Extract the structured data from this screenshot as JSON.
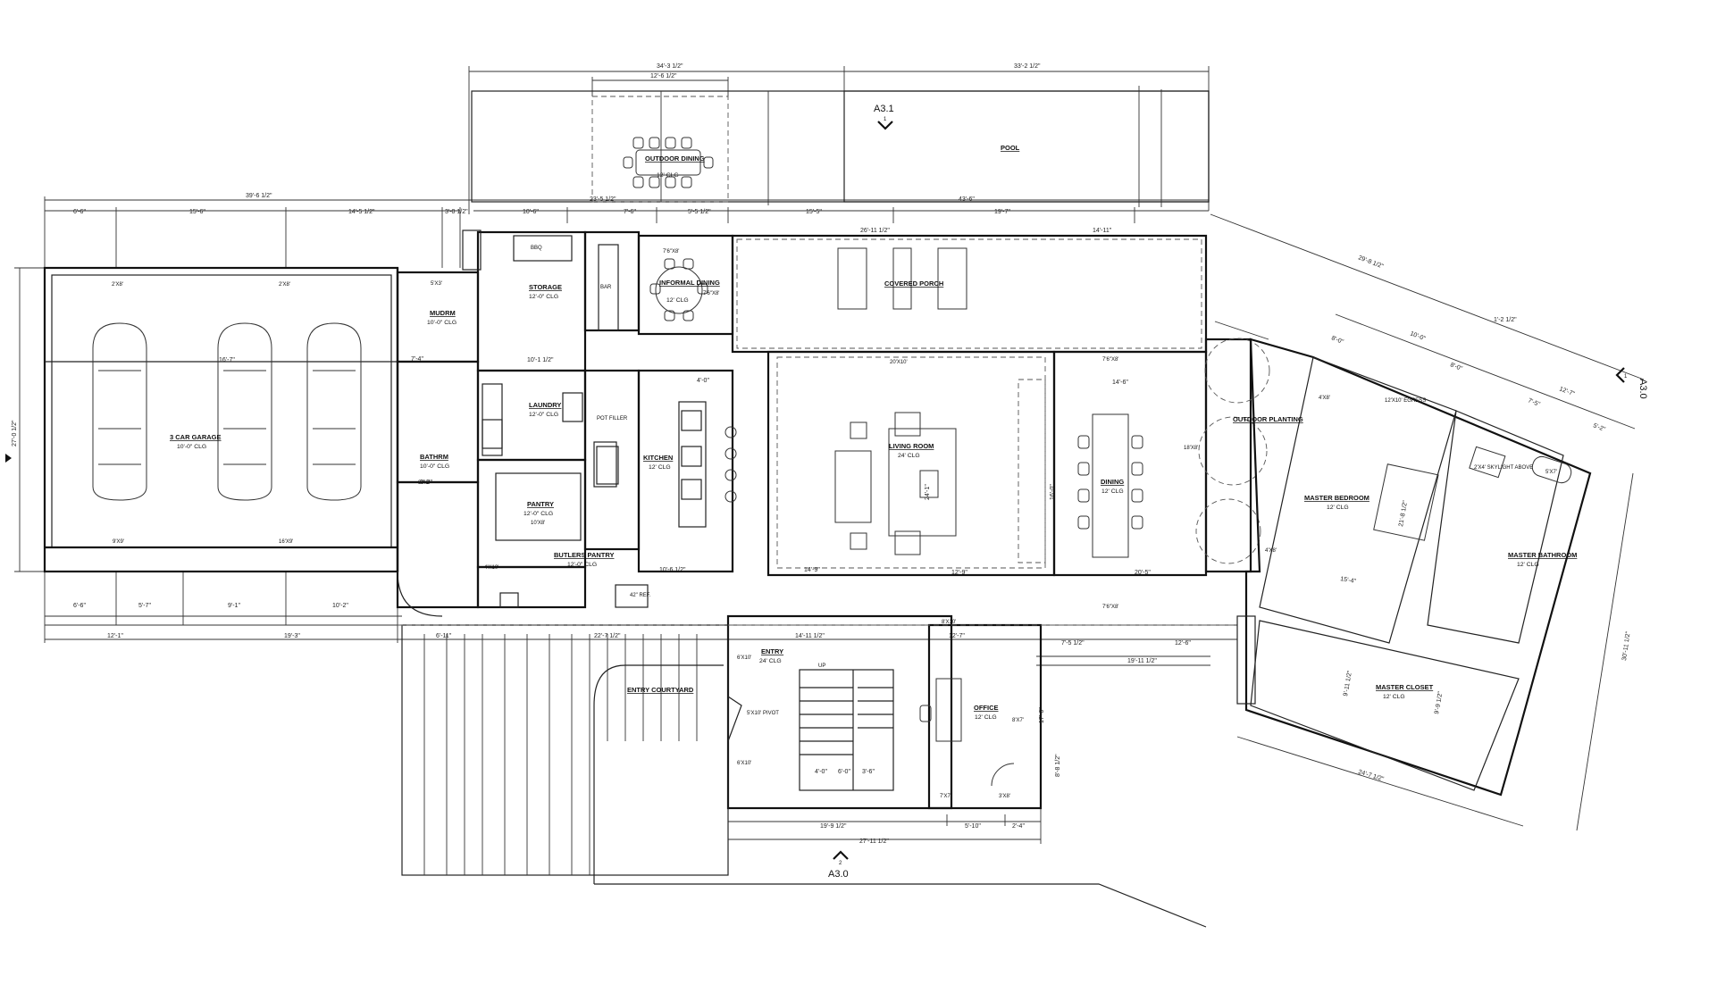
{
  "rooms": [
    {
      "name": "OUTDOOR DINING",
      "sub": "12' CLG"
    },
    {
      "name": "POOL",
      "sub": ""
    },
    {
      "name": "INFORMAL DINING",
      "sub": "12' CLG"
    },
    {
      "name": "COVERED PORCH",
      "sub": ""
    },
    {
      "name": "STORAGE",
      "sub": "12'-0\" CLG"
    },
    {
      "name": "MUDRM",
      "sub": "10'-0\" CLG"
    },
    {
      "name": "3 CAR GARAGE",
      "sub": "10'-0\" CLG"
    },
    {
      "name": "LAUNDRY",
      "sub": "12'-0\" CLG"
    },
    {
      "name": "BATHRM",
      "sub": "10'-0\" CLG"
    },
    {
      "name": "PANTRY",
      "sub": "12'-0\" CLG"
    },
    {
      "name": "BUTLERS PANTRY",
      "sub": "12'-0\" CLG"
    },
    {
      "name": "KITCHEN",
      "sub": "12' CLG"
    },
    {
      "name": "LIVING ROOM",
      "sub": "24' CLG"
    },
    {
      "name": "DINING",
      "sub": "12' CLG"
    },
    {
      "name": "OUTDOOR PLANTING",
      "sub": ""
    },
    {
      "name": "MASTER BEDROOM",
      "sub": "12' CLG"
    },
    {
      "name": "MASTER BATHROOM",
      "sub": "12' CLG"
    },
    {
      "name": "MASTER CLOSET",
      "sub": "12' CLG"
    },
    {
      "name": "ENTRY",
      "sub": "24' CLG"
    },
    {
      "name": "OFFICE",
      "sub": "12' CLG"
    },
    {
      "name": "ENTRY COURTYARD",
      "sub": ""
    }
  ],
  "dimensions": {
    "top_left_overall": "39'-6 1/2\"",
    "top_mid": "34'-3 1/2\"",
    "top_mid_inner": "12'-6 1/2\"",
    "top_right": "33'-2 1/2\"",
    "garage_seg1": "6'-6\"",
    "garage_seg2": "15'-6\"",
    "garage_seg3": "14'-5 1/2\"",
    "garage_seg4": "3'-0 1/2\"",
    "row2_a": "10'-6\"",
    "row2_b": "23'-5 1/2\"",
    "row2_c": "7'-6\"",
    "row2_d": "5'-5 1/2\"",
    "row2_e": "15'-5\"",
    "row2_f": "43'-6\"",
    "row2_g": "19'-7\"",
    "porch_width": "26'-11 1/2\"",
    "porch_right": "14'-11\"",
    "master_top": "29'-8 1/2\"",
    "master_seg1": "8'-0\"",
    "master_seg2": "10'-0\"",
    "master_seg3": "8'-0\"",
    "master_seg4": "1'-2 1/2\"",
    "master_seg5": "7'-5\"",
    "master_seg6": "12'-7\"",
    "master_seg7": "5'-2\"",
    "left_height": "27'-0 1/2\"",
    "right_height": "30'-11 1/2\"",
    "bottom_a": "12'-1\"",
    "bottom_b": "19'-3\"",
    "bottom_c": "6'-11\"",
    "bottom_d": "22'-7 1/2\"",
    "bottom_e": "14'-11 1/2\"",
    "bottom_f": "12'-7\"",
    "bottom_g": "7'-5 1/2\"",
    "bottom_h": "12'-6\"",
    "bottom_i": "19'-11 1/2\"",
    "garage_b1": "6'-6\"",
    "garage_b2": "5'-7\"",
    "garage_b3": "9'-1\"",
    "garage_b4": "10'-2\"",
    "entry_w1": "19'-9 1/2\"",
    "entry_w2": "27'-11 1/2\"",
    "entry_w3": "5'-10\"",
    "entry_w4": "2'-4\"",
    "master_bottom": "24'-7 1/2\"",
    "master_bath_w": "15'-4\"",
    "living_w": "14'-9\"",
    "living_w2": "12'-9\"",
    "dining_w": "20'-5\"",
    "dining_d": "14'-6\"",
    "kitchen_w": "10'-6 1/2\"",
    "kitchen_top": "4'-0\"",
    "laundry_w": "10'-1 1/2\"",
    "garage_mid": "16'-7\"",
    "mudrm_w": "7'-4\"",
    "bath_w": "3'-3\"",
    "stair_a": "4'-0\"",
    "stair_b": "6'-0\"",
    "stair_c": "3'-6\"",
    "dining_b": "16'-0\"",
    "living_d": "24'-1\"",
    "master_bed_d": "21'-8 1/2\"",
    "closet_d": "9'-11 1/2\"",
    "closet_d2": "9'-9 1/2\"",
    "office_d": "17'-0\"",
    "office_d2": "8'-8 1/2\""
  },
  "openings": {
    "garage_door1": "2'X8'",
    "garage_door2": "2'X8'",
    "mud_window": "5'X3'",
    "garage_bottom1": "9'X9'",
    "garage_bottom2": "16'X9'",
    "pantry_door": "10'X8'",
    "pantry_win": "4'X10'",
    "bath_win": "3'X3'",
    "informal_win": "7'6\"X8'",
    "informal_side": "7'6\"X8'",
    "living_top": "20'X10'",
    "dining_top": "7'6\"X8'",
    "dining_bottom": "7'6\"X8'",
    "entry_side1": "6'X10'",
    "entry_side2": "6'X10'",
    "entry_pivot": "5'X10' PIVOT",
    "office_door": "8'X10'",
    "office_side": "8'X7'",
    "office_bottom1": "7'X7'",
    "office_bottom2": "3'X8'",
    "planting_side": "18'X8'",
    "master_win1": "4'X8'",
    "master_win2": "4'X8'",
    "master_egress": "12'X10' EGRESS",
    "skylight": "2'X4' SKYLIGHT ABOVE",
    "tub": "5'X7'",
    "ref_label": "42\" REF.",
    "pot_filler": "POT FILLER",
    "bar_label": "BAR",
    "bbq_label": "BBQ",
    "stair_up": "UP"
  },
  "sections": {
    "top": {
      "label": "A3.1",
      "num": "1"
    },
    "right": {
      "label": "A3.0",
      "num": "1"
    },
    "bottom": {
      "label": "A3.0",
      "num": "2"
    }
  }
}
